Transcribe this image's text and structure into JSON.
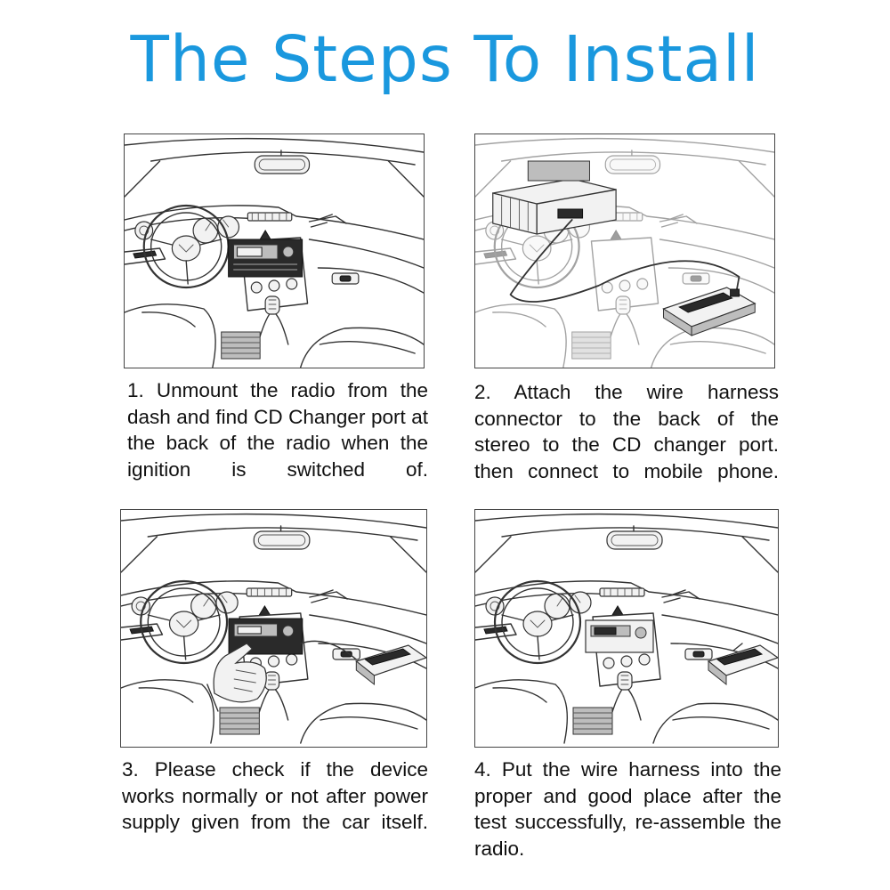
{
  "title": "The Steps To Install",
  "steps": [
    {
      "text": "1. Unmount the radio from the dash and find CD Changer port at the back of the radio when the ignition is switched of."
    },
    {
      "text": "2. Attach the wire harness connector to the back of the stereo to the CD changer port. then connect to mobile phone."
    },
    {
      "text": "3. Please check if the device works normally or not after power supply given from the car itself."
    },
    {
      "text": "4. Put the wire harness into the proper and good place after the test successfully, re-assemble the radio."
    }
  ],
  "icons": {
    "steering_wheel": "steering-wheel-icon",
    "car_radio": "car-radio-icon",
    "adapter_module": "adapter-module-icon",
    "hand": "hand-icon"
  },
  "colors": {
    "title": "#1a98de",
    "text": "#111111",
    "lines": "#333333"
  }
}
